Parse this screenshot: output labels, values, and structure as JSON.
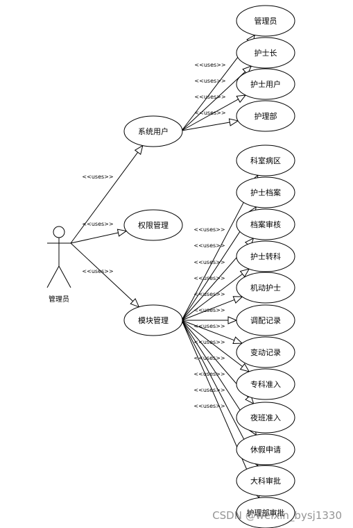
{
  "actor": {
    "label": "管理员"
  },
  "stereotype": "<<uses>>",
  "primary_cases": [
    {
      "id": "system-users",
      "label": "系统用户"
    },
    {
      "id": "permission-mgmt",
      "label": "权限管理"
    },
    {
      "id": "module-mgmt",
      "label": "模块管理"
    }
  ],
  "system_user_cases": [
    {
      "id": "admin",
      "label": "管理员"
    },
    {
      "id": "head-nurse",
      "label": "护士长"
    },
    {
      "id": "nurse-user",
      "label": "护士用户"
    },
    {
      "id": "nursing-dept",
      "label": "护理部"
    }
  ],
  "module_cases": [
    {
      "id": "ward",
      "label": "科室病区"
    },
    {
      "id": "nurse-file",
      "label": "护士档案"
    },
    {
      "id": "file-review",
      "label": "档案审核"
    },
    {
      "id": "nurse-transfer",
      "label": "护士转科"
    },
    {
      "id": "mobile-nurse",
      "label": "机动护士"
    },
    {
      "id": "allocation-record",
      "label": "调配记录"
    },
    {
      "id": "change-record",
      "label": "变动记录"
    },
    {
      "id": "specialty-access",
      "label": "专科准入"
    },
    {
      "id": "night-shift-access",
      "label": "夜班准入"
    },
    {
      "id": "leave-request",
      "label": "休假申请"
    },
    {
      "id": "dept-approval",
      "label": "大科审批"
    },
    {
      "id": "nursing-dept-approval",
      "label": "护理部审批"
    }
  ],
  "watermark": "CSDN @weixin_bysj1330"
}
